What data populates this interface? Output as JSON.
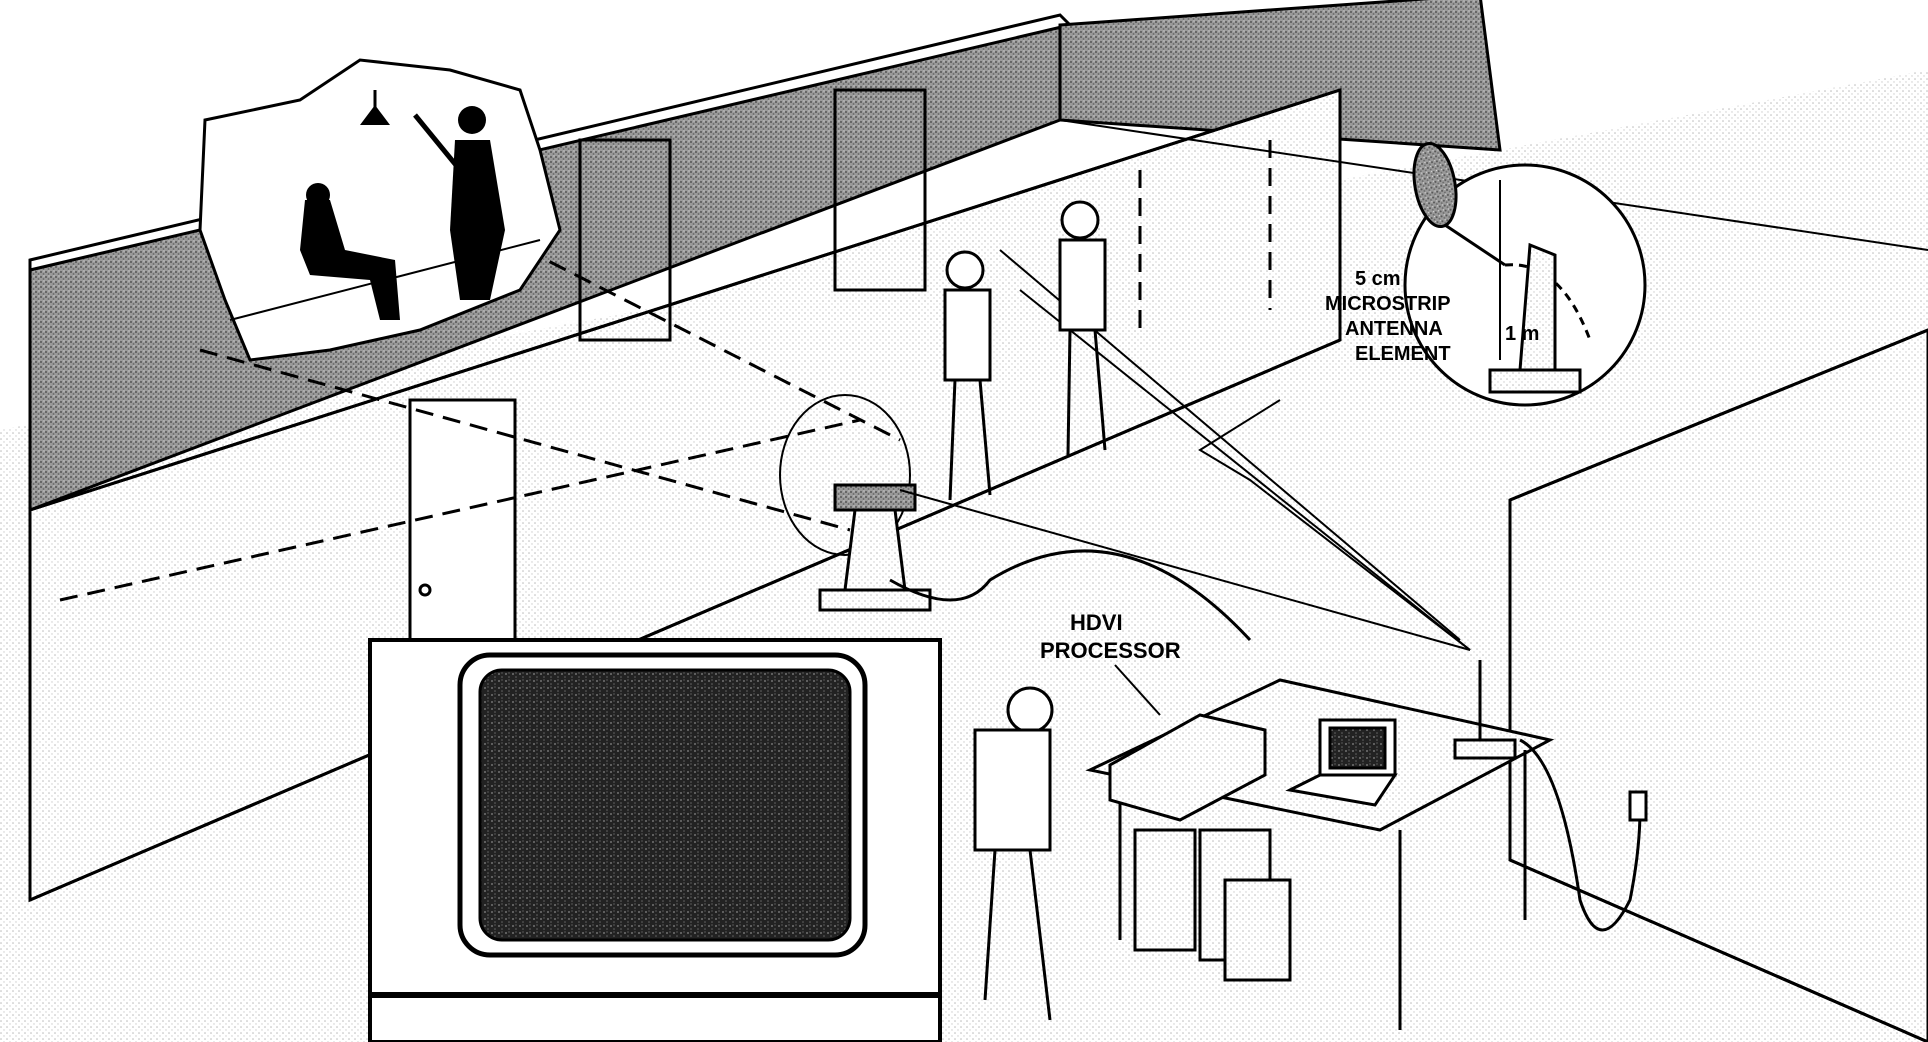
{
  "labels": {
    "processor_line1": "HDVI",
    "processor_line2": "PROCESSOR",
    "antenna_size": "5 cm",
    "antenna_line1": "MICROSTRIP",
    "antenna_line2": "ANTENNA",
    "antenna_line3": "ELEMENT",
    "arm_length": "1 m"
  },
  "colors": {
    "ink": "#000000",
    "paper": "#ffffff",
    "floor_stipple": "#e6e6e6",
    "wall_dark": "#8a8a8a",
    "screen_noise": "#2a2a2a"
  },
  "icons": [
    "radar-antenna-on-stand",
    "laptop",
    "radio-antenna",
    "television-monitor",
    "wall-outlet"
  ]
}
